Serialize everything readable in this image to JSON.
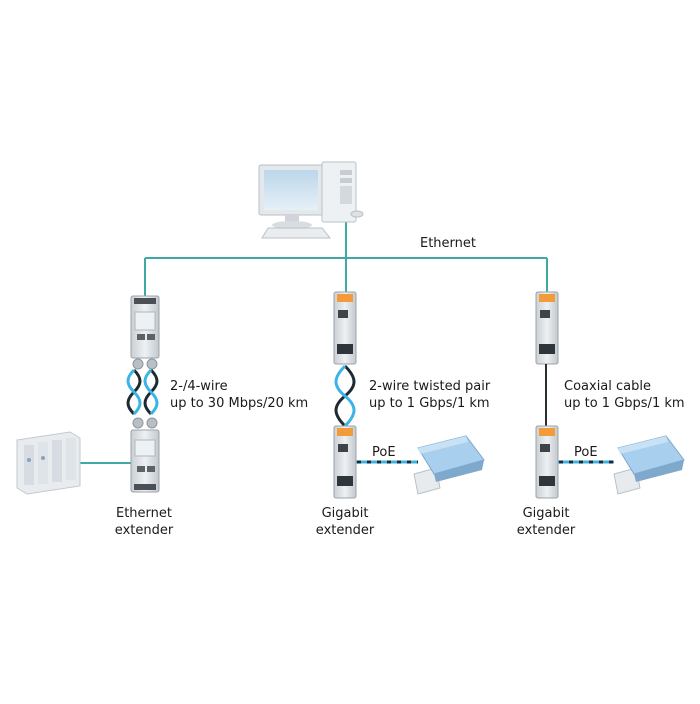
{
  "labels": {
    "ethernet": "Ethernet",
    "link1_line1": "2-/4-wire",
    "link1_line2": "up to 30 Mbps/20 km",
    "link2_line1": "2-wire twisted pair",
    "link2_line2": "up to 1 Gbps/1 km",
    "link3_line1": "Coaxial cable",
    "link3_line2": "up to 1 Gbps/1 km",
    "device1_line1": "Ethernet",
    "device1_line2": "extender",
    "device2_line1": "Gigabit",
    "device2_line2": "extender",
    "device3_line1": "Gigabit",
    "device3_line2": "extender",
    "poe_1": "PoE",
    "poe_2": "PoE"
  },
  "colors": {
    "ethernet_line": "#3fa9a5",
    "twisted_blue": "#3ab4e6",
    "twisted_dark": "#1e2a33",
    "device_body": "#d9dee2",
    "device_accent": "#f29b3a",
    "camera_blue": "#a9cfee"
  }
}
